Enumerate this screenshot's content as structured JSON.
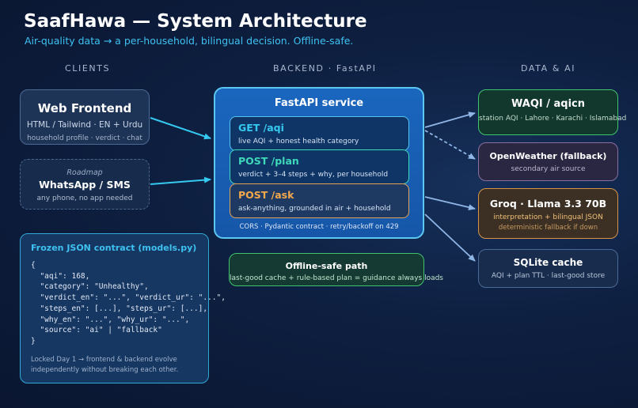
{
  "header": {
    "title": "SaafHawa — System Architecture",
    "subtitle": "Air-quality data → a per-household, bilingual decision. Offline-safe."
  },
  "columns": {
    "clients": "CLIENTS",
    "backend": "BACKEND · FastAPI",
    "data_ai": "DATA & AI"
  },
  "clients": {
    "web": {
      "title": "Web Frontend",
      "stack": "HTML / Tailwind · EN + Urdu",
      "features": "household profile · verdict · chat"
    },
    "whatsapp": {
      "badge": "Roadmap",
      "title": "WhatsApp / SMS",
      "desc": "any phone, no app needed"
    }
  },
  "contract": {
    "title": "Frozen JSON contract (models.py)",
    "code": "{\n  \"aqi\": 168,\n  \"category\": \"Unhealthy\",\n  \"verdict_en\": \"...\", \"verdict_ur\": \"...\",\n  \"steps_en\": [...], \"steps_ur\": [...],\n  \"why_en\": \"...\", \"why_ur\": \"...\",\n  \"source\": \"ai\" | \"fallback\"\n}",
    "note_line1": "Locked Day 1 → frontend & backend evolve",
    "note_line2": "independently without breaking each other."
  },
  "backend": {
    "title": "FastAPI service",
    "endpoints": [
      {
        "method": "GET /aqi",
        "desc": "live AQI + honest health category",
        "color": "#36c9f0"
      },
      {
        "method": "POST /plan",
        "desc": "verdict + 3–4 steps + why, per household",
        "color": "#3dd9b9"
      },
      {
        "method": "POST /ask",
        "desc": "ask-anything, grounded in air + household",
        "color": "#f5a84b"
      }
    ],
    "footer": "CORS · Pydantic contract · retry/backoff on 429"
  },
  "offline": {
    "title": "Offline-safe path",
    "desc": "last-good cache + rule-based plan = guidance always loads"
  },
  "data_ai": {
    "waqi": {
      "title": "WAQI / aqicn",
      "desc": "station AQI · Lahore · Karachi · Islamabad"
    },
    "openweather": {
      "title": "OpenWeather (fallback)",
      "desc": "secondary air source"
    },
    "groq": {
      "title": "Groq · Llama 3.3 70B",
      "line1": "interpretation + bilingual JSON",
      "line2": "deterministic fallback if down"
    },
    "sqlite": {
      "title": "SQLite cache",
      "desc": "AQI + plan TTL · last-good store"
    }
  },
  "colors": {
    "accent_cyan": "#36c9f0",
    "green_border": "#3fc36d",
    "orange_border": "#d8954a",
    "purple_border": "#8b6f9e"
  }
}
